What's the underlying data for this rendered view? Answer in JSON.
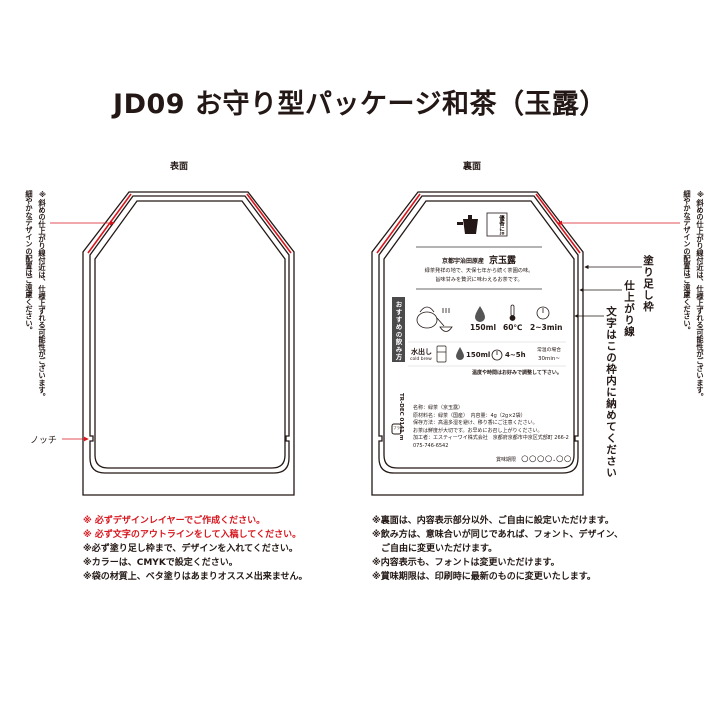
{
  "title": "JD09 お守り型パッケージ和茶（玉露）",
  "front": {
    "label": "表面",
    "notch_label": "ノッチ",
    "diagonal_note": [
      "※斜めの仕上がり線付近は、仕様上ずれる可能性がございます。",
      "細やかなデザインの配置はご遠慮ください。"
    ]
  },
  "back": {
    "label": "裏面",
    "logo_text": "優香にほ味",
    "product_origin": "京都宇治田原産",
    "product_name": "京玉露",
    "description": [
      "緑茶発祥の地で、天保七年から続く茶園の味。",
      "旨味甘みを贅沢に味わえるお茶です。"
    ],
    "howto_label": "おすすめの飲み方",
    "hot": {
      "water": "150ml",
      "temp": "60℃",
      "time": "2~3min"
    },
    "cold": {
      "label": "水出し",
      "sub": "cold brew",
      "water": "150ml",
      "time": "4~5h",
      "room_temp_label": "常温の場合",
      "room_temp_time": "30min~"
    },
    "adjust_note": "温度や時間はお好みで調整して下さい。",
    "recycle_code": "TR-DEC 0141 m",
    "recycle_mark": "プラ",
    "info": [
      "名称：緑茶（京玉露）",
      "原材料名：緑茶（国産）　内容量：4g（2g×2袋）",
      "保存方法：高温多湿を避け、移り香にご注意ください。",
      "お茶は鮮度が大切です。お早めにお召し上がりください。",
      "加工者：エスティーワイ株式会社　京都府京都市中京区式部町 266-2",
      "075-746-6542"
    ],
    "best_before_label": "賞味期限",
    "best_before_value": "○○○○.○○"
  },
  "right_labels": {
    "bleed": "塗り足し枠",
    "finish": "仕上がり線",
    "text_area": "文字はこの枠内に納めてください",
    "diagonal_note": [
      "※斜めの仕上がり線付近は、仕様上ずれる可能性がございます。",
      "細やかなデザインの配置はご遠慮ください。"
    ]
  },
  "notes_left": [
    {
      "text": "※ 必ずデザインレイヤーでご作成ください。",
      "emphasis": true
    },
    {
      "text": "※ 必ず文字のアウトラインをして入稿してください。",
      "emphasis": true
    },
    {
      "text": "※必ず塗り足し枠まで、デザインを入れてください。",
      "emphasis": false
    },
    {
      "text": "※カラーは、CMYKで設定ください。",
      "emphasis": false
    },
    {
      "text": "※袋の材質上、ベタ塗りはあまりオススメ出来ません。",
      "emphasis": false
    }
  ],
  "notes_right": [
    "※裏面は、内容表示部分以外、ご自由に設定いただけます。",
    "※飲み方は、意味合いが同じであれば、フォント、デザイン、",
    "　ご自由に変更いただけます。",
    "※内容表示も、フォントは変更いただけます。",
    "※賞味期限は、印刷時に最新のものに変更いたします。"
  ],
  "colors": {
    "ink": "#231815",
    "accent_red": "#d7161e",
    "label_box": "#4a4a4a",
    "rule_gray": "#9a9a9a"
  }
}
